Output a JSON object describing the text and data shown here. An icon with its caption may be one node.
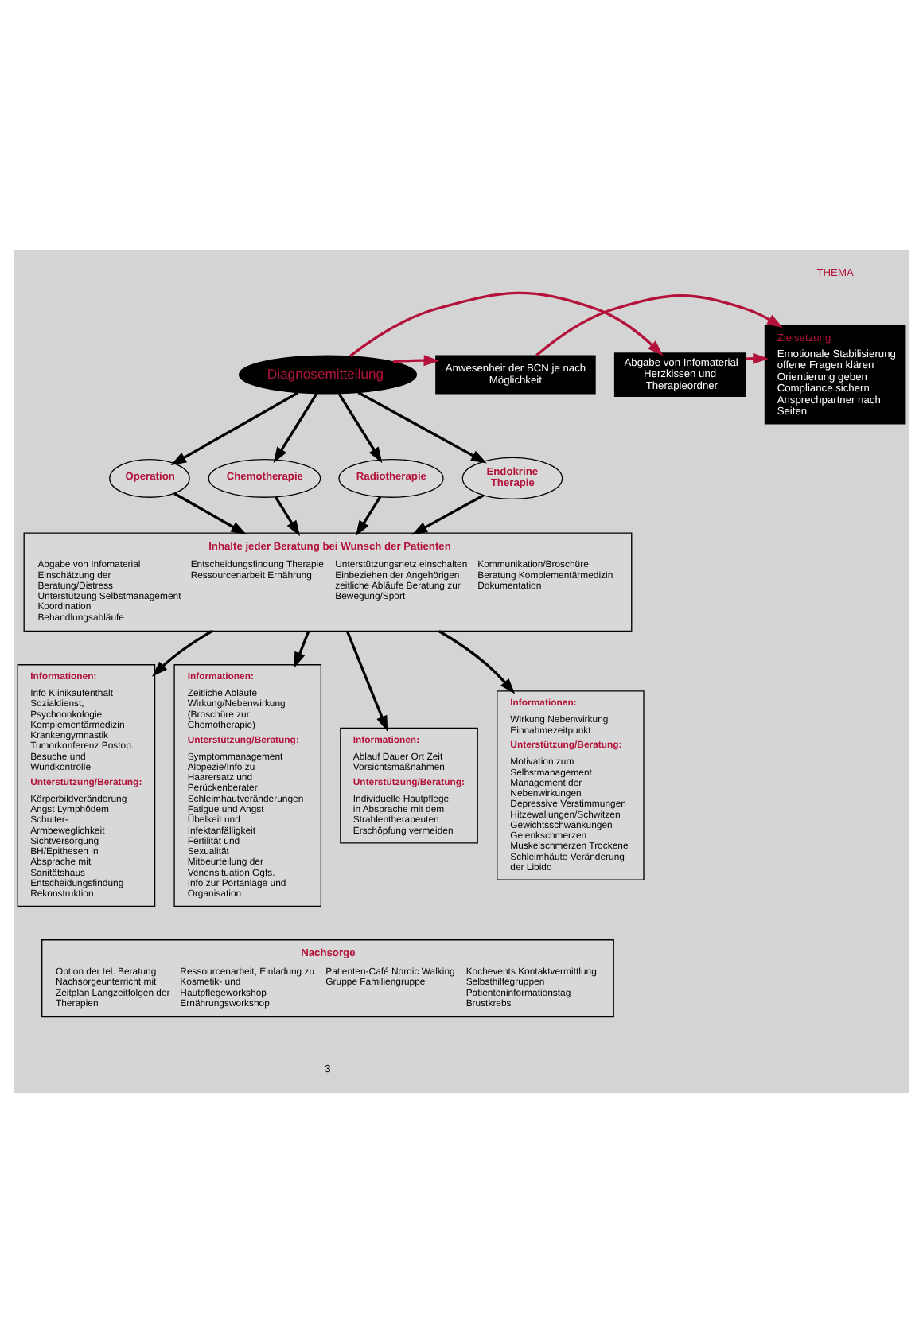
{
  "diagram": {
    "nodes": [
      {
        "text": [
          "Diagnosemitteilung"
        ]
      },
      {
        "text": [
          "Anwesenheit der BCN je nach Möglichkeit"
        ]
      },
      {
        "text": [
          "Abgabe von Infomaterial Herzkissen und Therapieordner"
        ]
      },
      {
        "text": [
          "Zielsetzung",
          "Emotionale Stabilisierung offene Fragen klären Orientierung geben Compliance sichern Ansprechpartner nach Seiten"
        ]
      },
      {
        "text": [
          "Operation"
        ]
      },
      {
        "text": [
          "Chemotherapie"
        ]
      },
      {
        "text": [
          "Radiotherapie"
        ]
      },
      {
        "text": [
          "Endokrine Therapie"
        ]
      },
      {
        "text": [
          "Inhalte jeder Beratung bei Wunsch der Patienten",
          "Abgabe von Infomaterial Einschätzung der Beratung/Distress Unterstützung Selbstmanagement Koordination Behandlungsabläufe",
          "Entscheidungsfindung Therapie Ressourcenarbeit Ernährung",
          "Unterstützungsnetz einschalten Einbeziehen der Angehörigen zeitliche Abläufe Beratung zur Bewegung/Sport",
          "Kommunikation/Broschüre Beratung Komplementärmedizin Dokumentation"
        ]
      },
      {
        "text": [
          "Informationen:",
          "Info Klinikaufenthalt Sozialdienst, Psychoonkologie Komplementärmedizin Krankengymnastik Tumorkonferenz Postop. Besuche und Wundkontrolle",
          "Unterstützung/Beratung:",
          "Körperbildveränderung Angst Lymphödem Schulter-Armbeweglichkeit Sichtversorgung BH/Epithesen in Absprache mit Sanitätshaus Entscheidungsfindung Rekonstruktion"
        ]
      },
      {
        "text": [
          "Informationen:",
          "Zeitliche Abläufe Wirkung/Nebenwirkung (Broschüre zur Chemotherapie)",
          "Unterstützung/Beratung:",
          "Symptommanagement Alopezie/Info zu Haarersatz und Perückenberater Schleimhautveränderungen Fatigue und Angst Übelkeit und Infektanfälligkeit Fertilität und Sexualität Mitbeurteilung der Venensituation Ggfs. Info zur Portanlage und Organisation"
        ]
      },
      {
        "text": [
          "Informationen:",
          "Ablauf Dauer Ort Zeit Vorsichtsmaßnahmen",
          "Unterstützung/Beratung:",
          "Individuelle Hautpflege in Absprache mit dem Strahlentherapeuten Erschöpfung vermeiden"
        ]
      },
      {
        "text": [
          "Informationen:",
          "Wirkung Nebenwirkung Einnahmezeitpunkt",
          "Unterstützung/Beratung:",
          "Motivation zum Selbstmanagement Management der Nebenwirkungen Depressive Verstimmungen Hitzewallungen/Schwitzen Gewichtsschwankungen Gelenkschmerzen Muskelschmerzen Trockene Schleimhäute Veränderung der Libido"
        ]
      },
      {
        "text": [
          "Nachsorge",
          "Option der tel. Beratung Nachsorgeunterricht mit Zeitplan Langzeitfolgen der Therapien",
          "Ressourcenarbeit, Einladung zu Kosmetik- und Hautpflegeworkshop Ernährungsworkshop",
          "Patienten-Café Nordic Walking Gruppe Familiengruppe",
          "Kochevents Kontaktvermittlung Selbsthilfegruppen Patienteninformationstag Brustkrebs"
        ]
      }
    ],
    "edges": [
      {
        "from": 0,
        "to": 1,
        "arrow": "to",
        "color": "#b3123a"
      },
      {
        "from": 0,
        "to": 2,
        "arrow": "to",
        "color": "#b3123a"
      },
      {
        "from": 1,
        "to": 3,
        "arrow": "to",
        "color": "#b3123a"
      },
      {
        "from": 2,
        "to": 3,
        "arrow": "to",
        "color": "#b3123a"
      },
      {
        "from": 0,
        "to": 4,
        "arrow": "to"
      },
      {
        "from": 0,
        "to": 5,
        "arrow": "to"
      },
      {
        "from": 0,
        "to": 6,
        "arrow": "to"
      },
      {
        "from": 0,
        "to": 7,
        "arrow": "to"
      },
      {
        "from": 4,
        "to": 8,
        "arrow": "to"
      },
      {
        "from": 5,
        "to": 8,
        "arrow": "to"
      },
      {
        "from": 6,
        "to": 8,
        "arrow": "to"
      },
      {
        "from": 7,
        "to": 8,
        "arrow": "to"
      },
      {
        "from": 8,
        "to": 9,
        "arrow": "to"
      },
      {
        "from": 8,
        "to": 10,
        "arrow": "to"
      },
      {
        "from": 8,
        "to": 11,
        "arrow": "to"
      },
      {
        "from": 8,
        "to": 12,
        "arrow": "to"
      }
    ],
    "labels": [
      "THEMA",
      "3"
    ]
  }
}
